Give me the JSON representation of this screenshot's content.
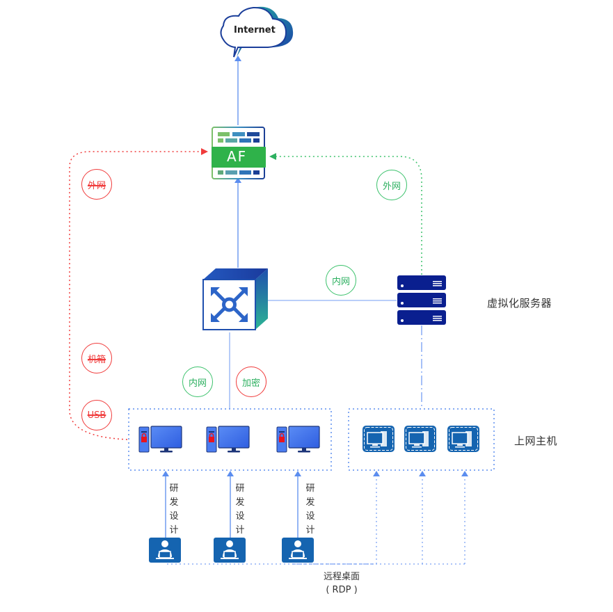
{
  "colors": {
    "link_blue": "#5b8def",
    "link_light_blue": "#8fb0f5",
    "red": "#f03c3c",
    "green": "#3cc26c",
    "af_green": "#2fb24a",
    "server_navy": "#0a1f8f",
    "host_blue": "#1564b0"
  },
  "nodes": {
    "internet": {
      "label": "Internet",
      "icon": "cloud-icon"
    },
    "firewall": {
      "label": "AF",
      "icon": "firewall-icon"
    },
    "core_switch": {
      "icon": "switch-icon"
    },
    "virtual_server": {
      "label": "虚拟化服务器",
      "icon": "server-rack-icon"
    },
    "internet_hosts": {
      "label": "上网主机",
      "icon": "virtual-desktop-icon",
      "count": 3
    },
    "rd_pcs": {
      "icon": "locked-desktop-pc-icon",
      "count": 3
    },
    "users": [
      {
        "label": "研发设计",
        "icon": "user-at-laptop-icon"
      },
      {
        "label": "研发设计",
        "icon": "user-at-laptop-icon"
      },
      {
        "label": "研发设计",
        "icon": "user-at-laptop-icon"
      }
    ]
  },
  "badges": {
    "left_external": {
      "text": "外网",
      "style": "red",
      "struck": true
    },
    "left_chassis": {
      "text": "机箱",
      "style": "red",
      "struck": true
    },
    "left_usb": {
      "text": "USB",
      "style": "red",
      "struck": true
    },
    "pc_intranet": {
      "text": "内网",
      "style": "green",
      "struck": false
    },
    "pc_encrypted": {
      "text": "加密",
      "style": "red-border-green-text",
      "struck": false
    },
    "switch_intranet": {
      "text": "内网",
      "style": "green",
      "struck": false
    },
    "server_external": {
      "text": "外网",
      "style": "green",
      "struck": false
    }
  },
  "links": {
    "rdp_label_line1": "远程桌面",
    "rdp_label_line2": "( RDP )"
  }
}
